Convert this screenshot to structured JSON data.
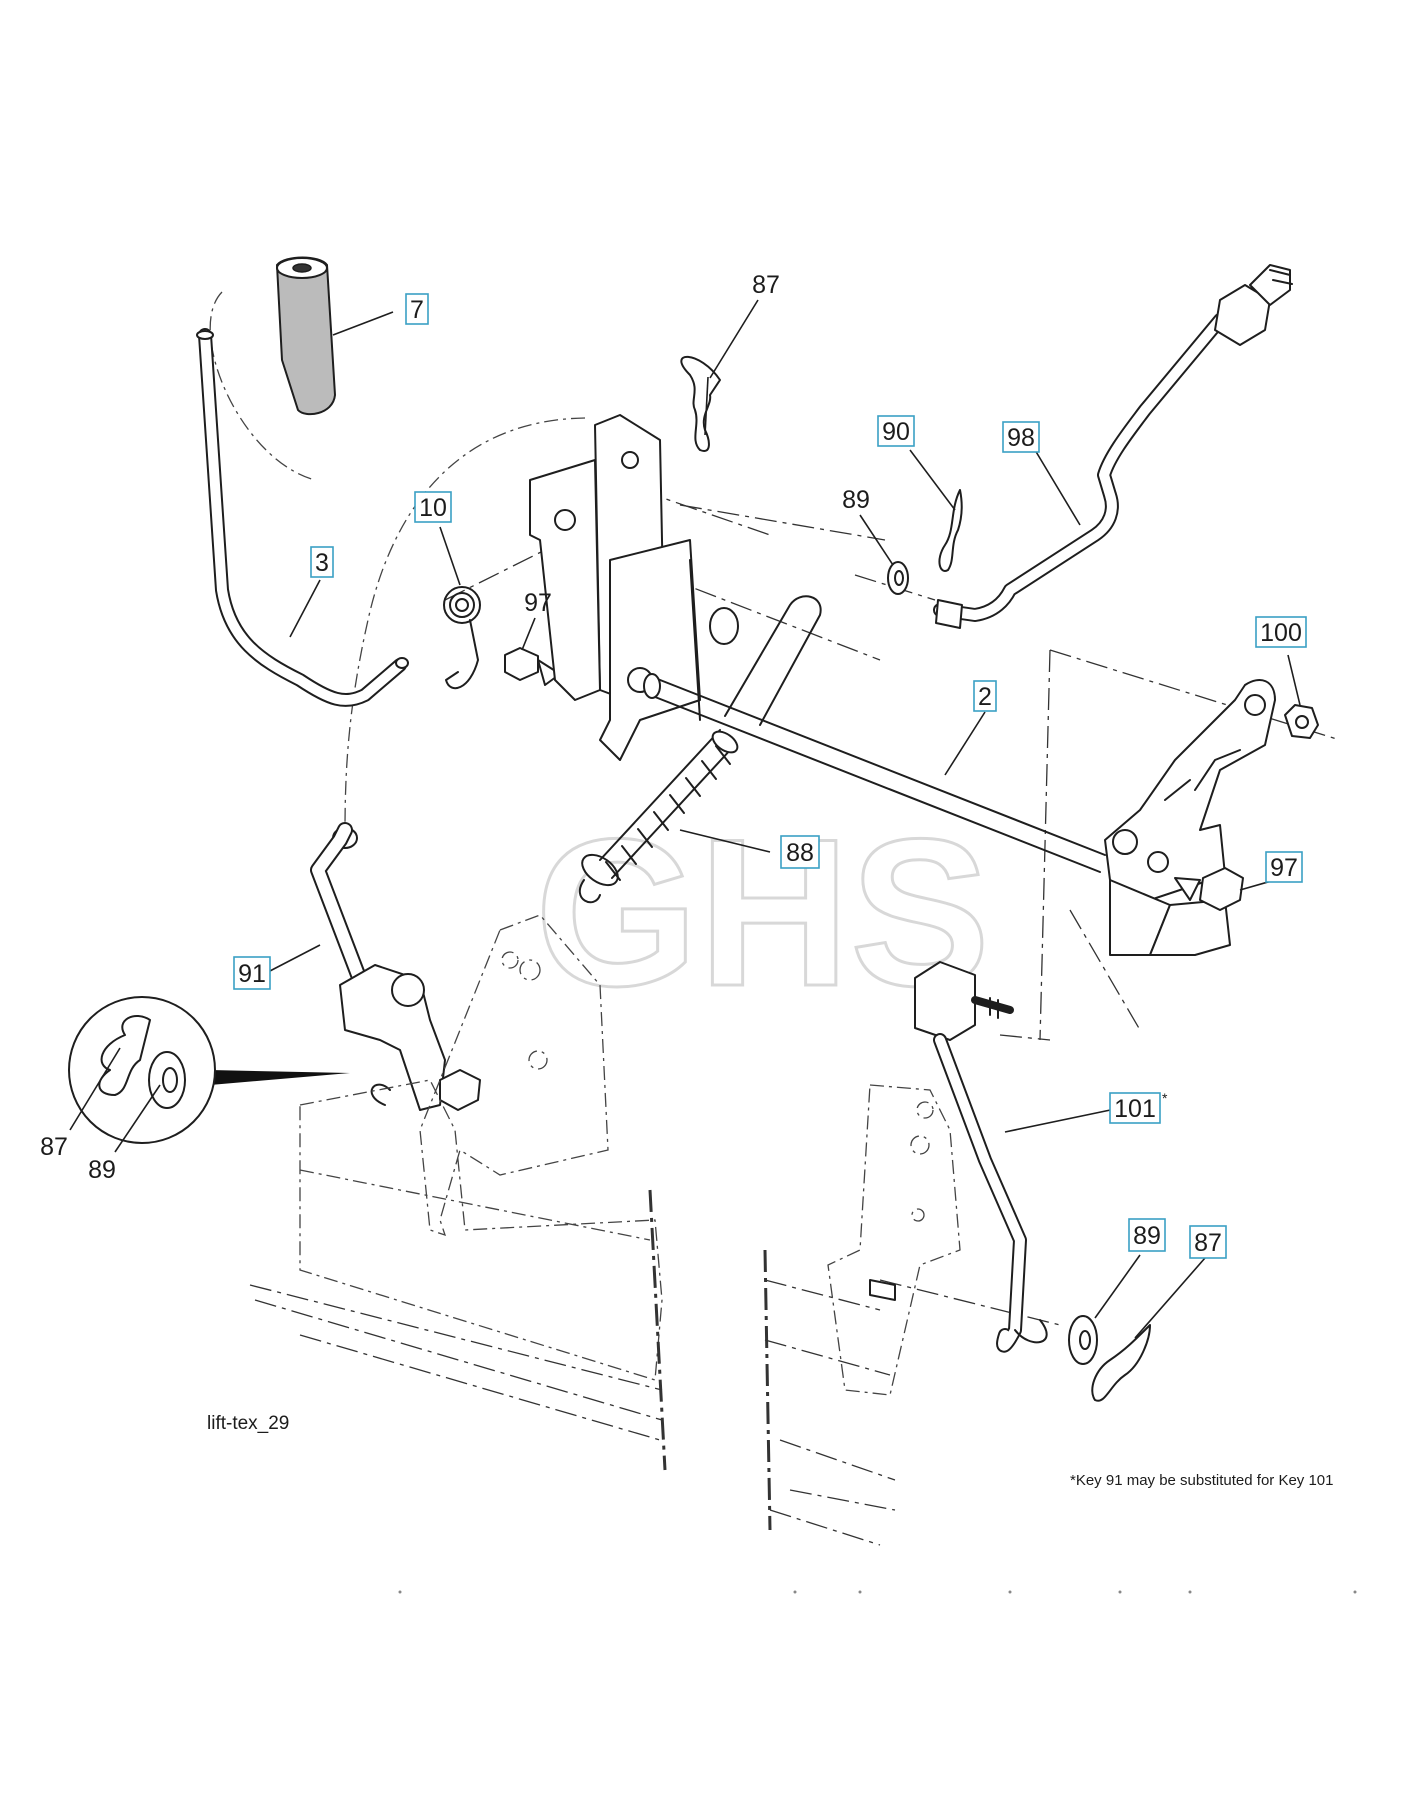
{
  "watermark": "GHS",
  "figure_ref": "lift-tex_29",
  "footnote": "*Key 91 may be substituted for Key 101",
  "callouts": [
    {
      "id": "c7",
      "label": "7",
      "boxed": true
    },
    {
      "id": "c87a",
      "label": "87",
      "boxed": false
    },
    {
      "id": "c90",
      "label": "90",
      "boxed": true
    },
    {
      "id": "c98",
      "label": "98",
      "boxed": true
    },
    {
      "id": "c89a",
      "label": "89",
      "boxed": false
    },
    {
      "id": "c10",
      "label": "10",
      "boxed": true
    },
    {
      "id": "c3",
      "label": "3",
      "boxed": true
    },
    {
      "id": "c97a",
      "label": "97",
      "boxed": false
    },
    {
      "id": "c100",
      "label": "100",
      "boxed": true
    },
    {
      "id": "c2",
      "label": "2",
      "boxed": true
    },
    {
      "id": "c88",
      "label": "88",
      "boxed": true
    },
    {
      "id": "c97b",
      "label": "97",
      "boxed": true
    },
    {
      "id": "c91",
      "label": "91",
      "boxed": true
    },
    {
      "id": "c87b",
      "label": "87",
      "boxed": false
    },
    {
      "id": "c89b",
      "label": "89",
      "boxed": false
    },
    {
      "id": "c101",
      "label": "101",
      "boxed": true,
      "suffix": "*"
    },
    {
      "id": "c89c",
      "label": "89",
      "boxed": true
    },
    {
      "id": "c87c",
      "label": "87",
      "boxed": true
    }
  ]
}
